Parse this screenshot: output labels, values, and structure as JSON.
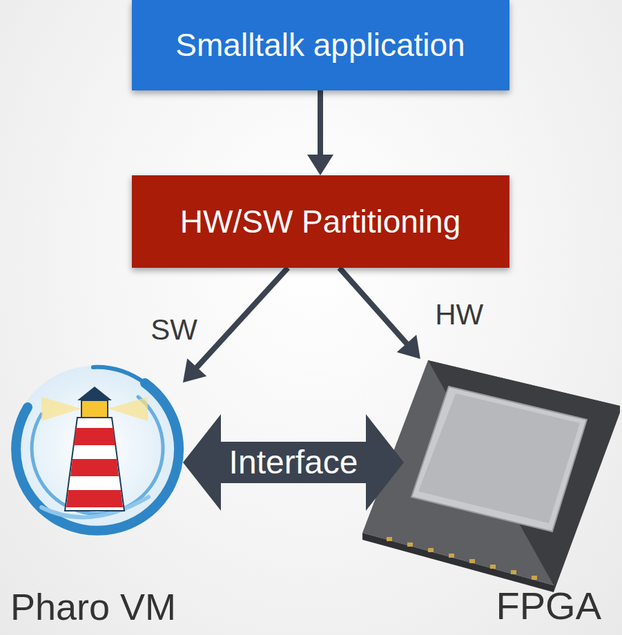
{
  "diagram": {
    "nodes": [
      {
        "text": [
          "Smalltalk application"
        ]
      },
      {
        "text": [
          "HW/SW Partitioning"
        ]
      },
      {
        "text": [
          "Pharo VM"
        ]
      },
      {
        "text": [
          "FPGA"
        ]
      }
    ],
    "edges": [
      {
        "from": 0,
        "to": 1,
        "arrow": "to"
      },
      {
        "from": 1,
        "to": 2,
        "label": "SW",
        "arrow": "to"
      },
      {
        "from": 1,
        "to": 3,
        "label": "HW",
        "arrow": "to"
      },
      {
        "from": 2,
        "to": 3,
        "label": "Interface",
        "arrow": "both"
      }
    ]
  }
}
